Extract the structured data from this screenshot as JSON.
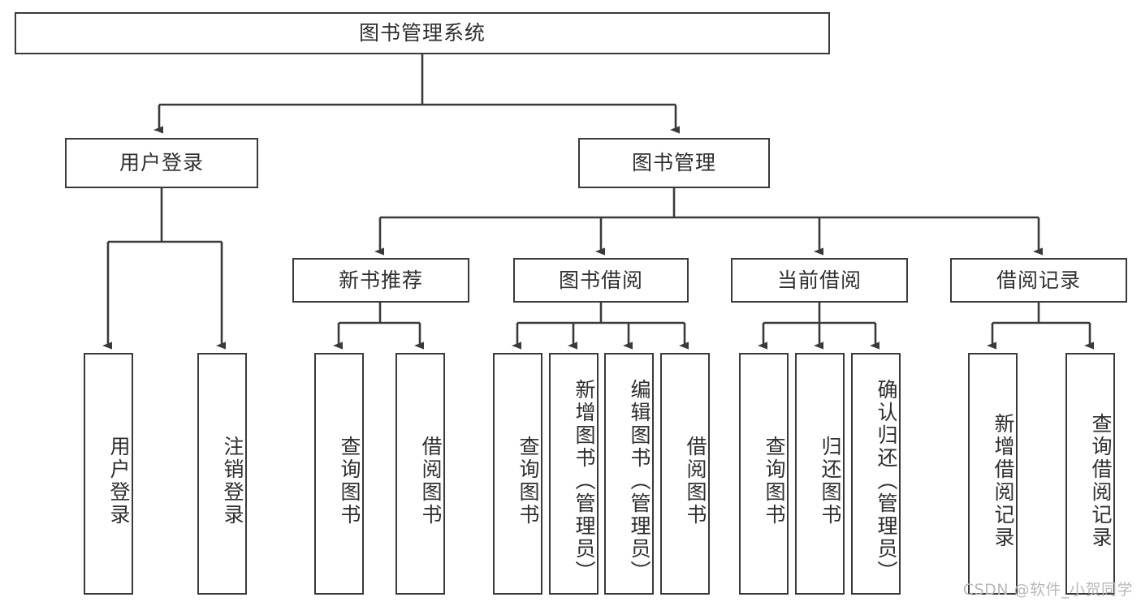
{
  "diagram": {
    "title": "图书管理系统",
    "type": "tree-hierarchy-chart",
    "watermark": "CSDN @软件_小贺同学",
    "colors": {
      "stroke": "#3a3a3a",
      "text": "#2f2f2f",
      "background": "#ffffff",
      "watermark": "#b9b9b9"
    },
    "root": {
      "label": "图书管理系统"
    },
    "level2": [
      {
        "label": "用户登录"
      },
      {
        "label": "图书管理"
      }
    ],
    "level3": [
      {
        "label": "新书推荐"
      },
      {
        "label": "图书借阅"
      },
      {
        "label": "当前借阅"
      },
      {
        "label": "借阅记录"
      }
    ],
    "leaves": {
      "user_login": [
        {
          "label": "用户登录"
        },
        {
          "label": "注销登录"
        }
      ],
      "new_book": [
        {
          "label": "查询图书"
        },
        {
          "label": "借阅图书"
        }
      ],
      "book_borrow": [
        {
          "label": "查询图书"
        },
        {
          "label": "新增图书（管理员）"
        },
        {
          "label": "编辑图书（管理员）"
        },
        {
          "label": "借阅图书"
        }
      ],
      "current_borrow": [
        {
          "label": "查询图书"
        },
        {
          "label": "归还图书"
        },
        {
          "label": "确认归还（管理员）"
        }
      ],
      "borrow_record": [
        {
          "label": "新增借阅记录"
        },
        {
          "label": "查询借阅记录"
        }
      ]
    }
  }
}
